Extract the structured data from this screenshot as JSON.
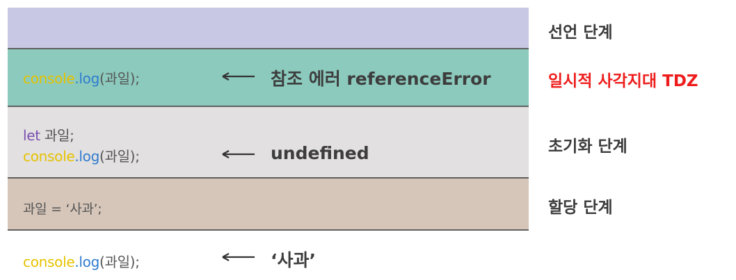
{
  "colors": {
    "declaration_band": "#c8c8e4",
    "tdz_band": "#8ccabd",
    "init_band": "#e2e0e0",
    "assign_band": "#d6c6b9",
    "console_keyword": "#e6c200",
    "log_method": "#2f7ccf",
    "let_keyword": "#7a4fb0",
    "tdz_label": "#ee1c1c"
  },
  "rows": {
    "tdz": {
      "code": {
        "console": "console",
        "log": ".log",
        "rest": "(과일);"
      },
      "note": "참조 에러 referenceError"
    },
    "init": {
      "let_line": {
        "keyword": "let",
        "rest": " 과일;"
      },
      "code": {
        "console": "console",
        "log": ".log",
        "rest": "(과일);"
      },
      "note": "undefined"
    },
    "assign": {
      "code": "과일 = ‘사과’;"
    },
    "after": {
      "code": {
        "console": "console",
        "log": ".log",
        "rest": "(과일);"
      },
      "note": "‘사과’"
    }
  },
  "labels": {
    "declaration": "선언 단계",
    "tdz": "일시적 사각지대 TDZ",
    "initialization": "초기화 단계",
    "assignment": "할당 단계"
  },
  "icons": {
    "arrow": "left-arrow-icon"
  }
}
